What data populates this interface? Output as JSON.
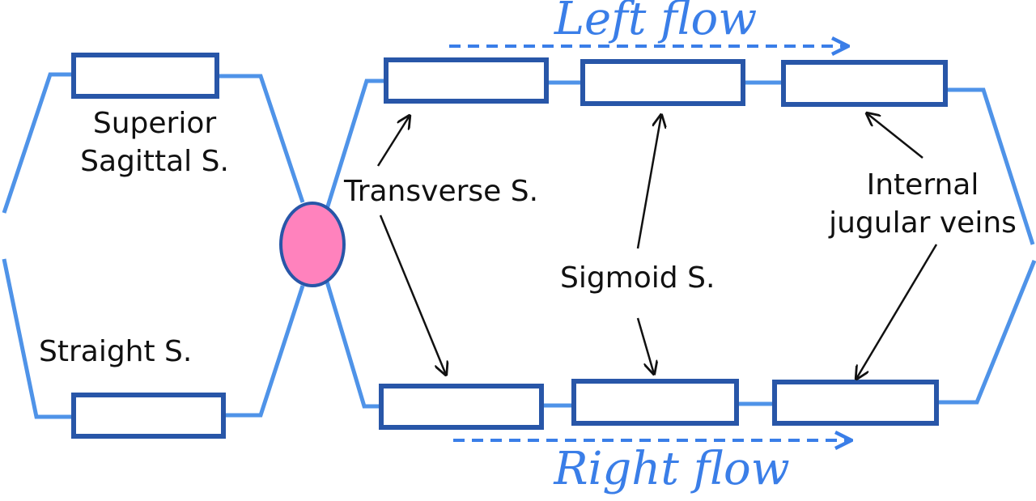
{
  "colors": {
    "vessel_line": "#4f93e8",
    "box_stroke": "#2856a8",
    "confluence_fill": "#ff82bd",
    "confluence_stroke": "#2856a8",
    "flow_text": "#3a7ee8",
    "arrow": "#111111"
  },
  "labels": {
    "superior_sagittal_line1": "Superior",
    "superior_sagittal_line2": "Sagittal S.",
    "straight": "Straight S.",
    "transverse": "Transverse S.",
    "sigmoid": "Sigmoid S.",
    "internal_jugular_line1": "Internal",
    "internal_jugular_line2": "jugular veins"
  },
  "flows": {
    "left": "Left flow",
    "right": "Right flow"
  }
}
